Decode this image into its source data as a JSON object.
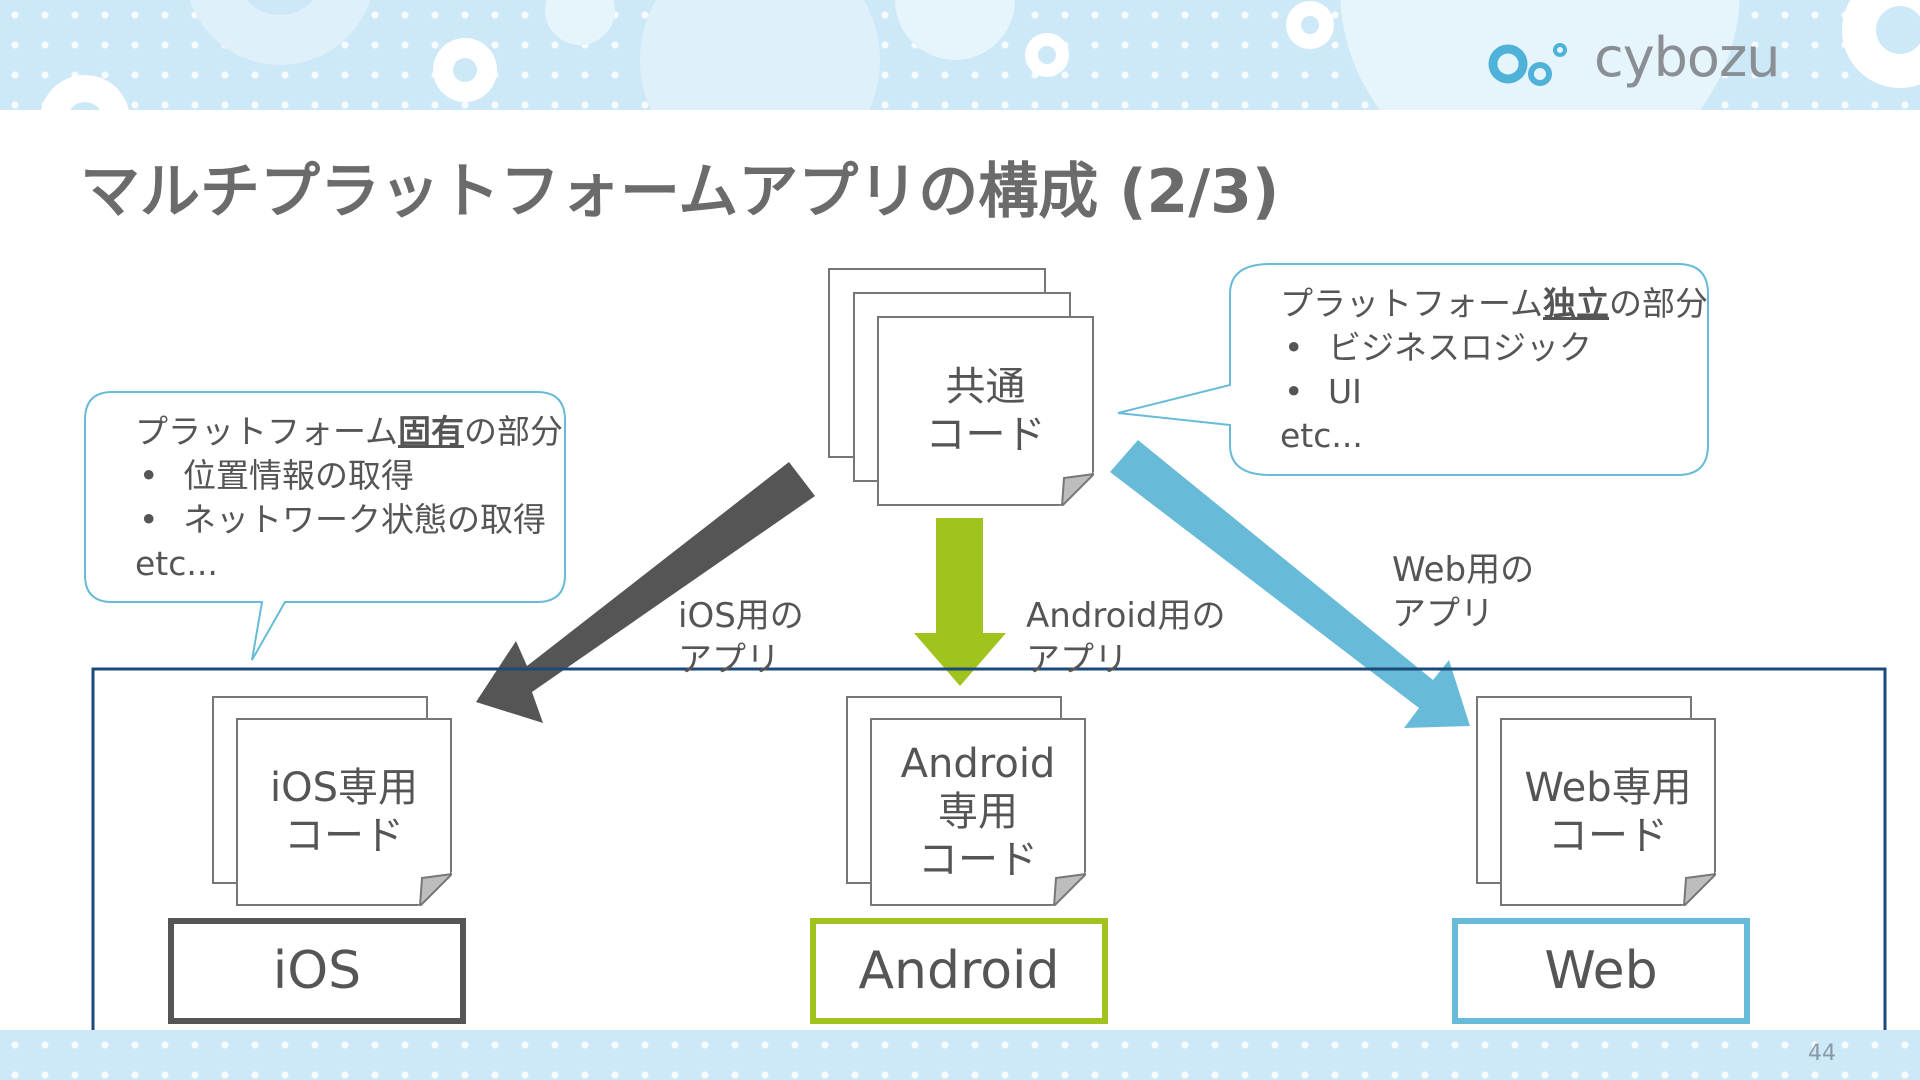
{
  "brand": {
    "logo_text": "cybozu",
    "colors": {
      "band_bg": "#cde8f7",
      "logo_blue": "#4fb2d8",
      "ios": "#555555",
      "android": "#a0c31d",
      "web": "#67bbd8",
      "frame": "#1b4a78"
    }
  },
  "slide": {
    "title": "マルチプラットフォームアプリの構成 (2/3)",
    "page_number": "44"
  },
  "common_code": {
    "line1": "共通",
    "line2": "コード"
  },
  "callout_left": {
    "title_pre": "プラットフォーム",
    "title_hl": "固有",
    "title_post": "の部分",
    "items": [
      "位置情報の取得",
      "ネットワーク状態の取得"
    ],
    "etc": "etc..."
  },
  "callout_right": {
    "title_pre": "プラットフォーム",
    "title_hl": "独立",
    "title_post": "の部分",
    "items": [
      "ビジネスロジック",
      "UI"
    ],
    "etc": "etc..."
  },
  "arrows": {
    "ios": {
      "line1": "iOS用の",
      "line2": "アプリ"
    },
    "android": {
      "line1": "Android用の",
      "line2": "アプリ"
    },
    "web": {
      "line1": "Web用の",
      "line2": "アプリ"
    }
  },
  "platform_code": {
    "ios": [
      "iOS専用",
      "コード"
    ],
    "android": [
      "Android",
      "専用",
      "コード"
    ],
    "web": [
      "Web専用",
      "コード"
    ]
  },
  "platforms": {
    "ios": "iOS",
    "android": "Android",
    "web": "Web"
  },
  "icons": [
    "logo-mark-icon",
    "page-curl-icon",
    "arrow-icon"
  ]
}
